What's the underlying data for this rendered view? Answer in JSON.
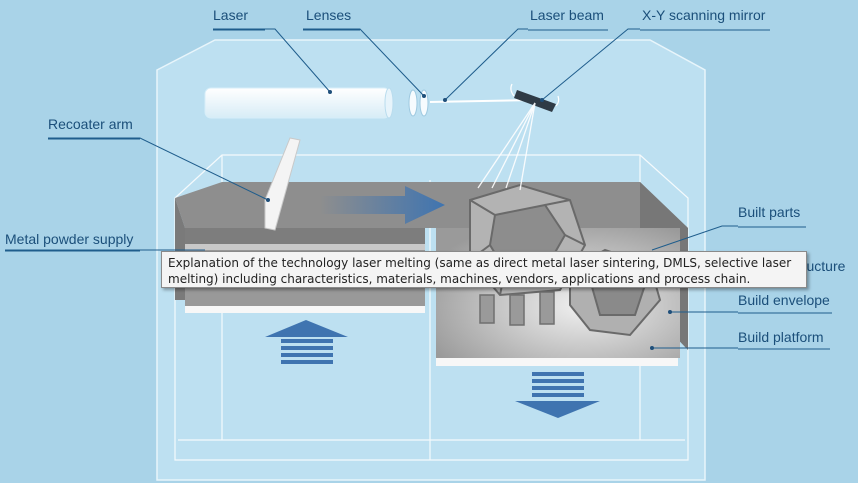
{
  "labels": {
    "laser": "Laser",
    "lenses": "Lenses",
    "laser_beam": "Laser beam",
    "mirror": "X-Y scanning mirror",
    "recoater": "Recoater arm",
    "powder_supply": "Metal powder supply",
    "built_parts": "Built parts",
    "support_structure": "Support structure",
    "build_envelope": "Build envelope",
    "build_platform": "Build platform"
  },
  "tooltip": {
    "text": "Explanation of the technology laser melting (same as direct metal laser sintering, DMLS, selective laser melting) including characteristics, materials, machines, vendors, applications and process chain."
  },
  "colors": {
    "background": "#a9d3e8",
    "label_text": "#1b4f7a",
    "leader_line": "#1f5d8c",
    "arrow_blue": "#3f74b0"
  }
}
